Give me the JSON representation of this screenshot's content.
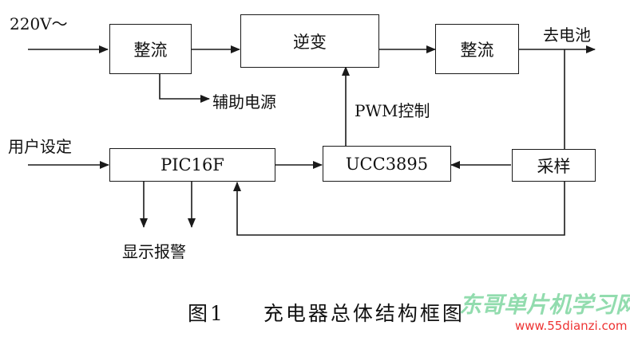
{
  "inputs": {
    "mains": "220V～",
    "user_setting": "用户设定"
  },
  "blocks": {
    "rectifier_in": "整流",
    "inverter": "逆变",
    "rectifier_out": "整流",
    "pic": "PIC16F",
    "ucc": "UCC3895",
    "sampling": "采样"
  },
  "labels": {
    "aux_power": "辅助电源",
    "pwm_control": "PWM控制",
    "to_battery": "去电池",
    "display_alarm": "显示报警"
  },
  "caption": {
    "figure": "图1",
    "title": "充电器总体结构框图"
  },
  "watermark": {
    "brand": "东哥单片机学习网",
    "url": "www.55dianzi.com"
  }
}
